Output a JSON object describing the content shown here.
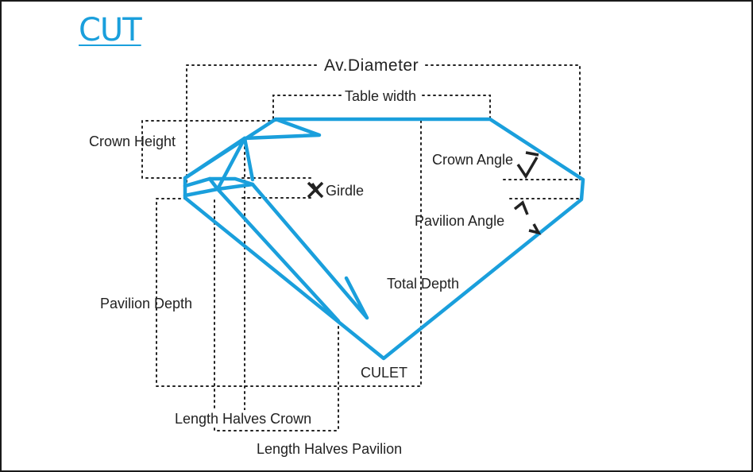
{
  "title": "CUT",
  "labels": {
    "av_diameter": "Av.Diameter",
    "table_width": "Table width",
    "crown_height": "Crown Height",
    "crown_angle": "Crown Angle",
    "girdle": "Girdle",
    "pavilion_angle": "Pavilion Angle",
    "pavilion_depth": "Pavilion Depth",
    "total_depth": "Total Depth",
    "culet": "CULET",
    "length_halves_crown": "Length Halves Crown",
    "length_halves_pavilion": "Length Halves Pavilion"
  },
  "colors": {
    "diamond": "#1a9fdc",
    "title": "#1a9fdc",
    "guides": "#222222",
    "text": "#222222"
  }
}
